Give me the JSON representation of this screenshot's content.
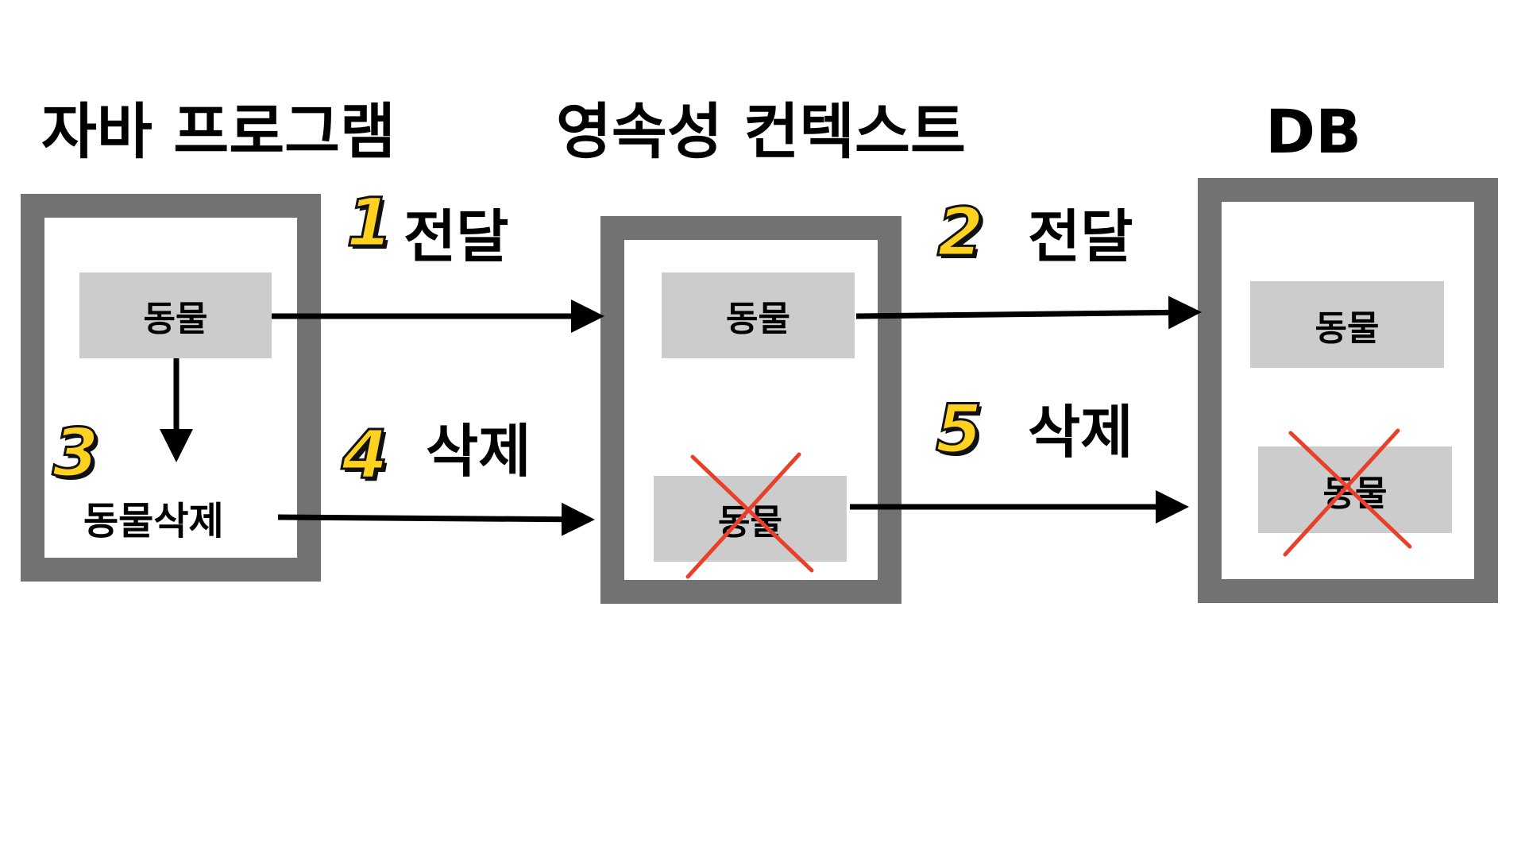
{
  "headings": {
    "java_program": "자바 프로그램",
    "persistence_context": "영속성 컨텍스트",
    "db": "DB"
  },
  "entities": {
    "java_entity": "동물",
    "pc_entity": "동물",
    "pc_removed_entity": "동물",
    "db_entity": "동물",
    "db_removed_entity": "동물"
  },
  "java_delete_call": "동물삭제",
  "steps": [
    {
      "num": "1",
      "label": "전달"
    },
    {
      "num": "2",
      "label": "전달"
    },
    {
      "num": "3",
      "label": ""
    },
    {
      "num": "4",
      "label": "삭제"
    },
    {
      "num": "5",
      "label": "삭제"
    }
  ],
  "colors": {
    "frame": "#727272",
    "entity_fill": "#cccccc",
    "step_number": "#ffd21f",
    "cross": "#e8402a",
    "arrow": "#000000"
  }
}
